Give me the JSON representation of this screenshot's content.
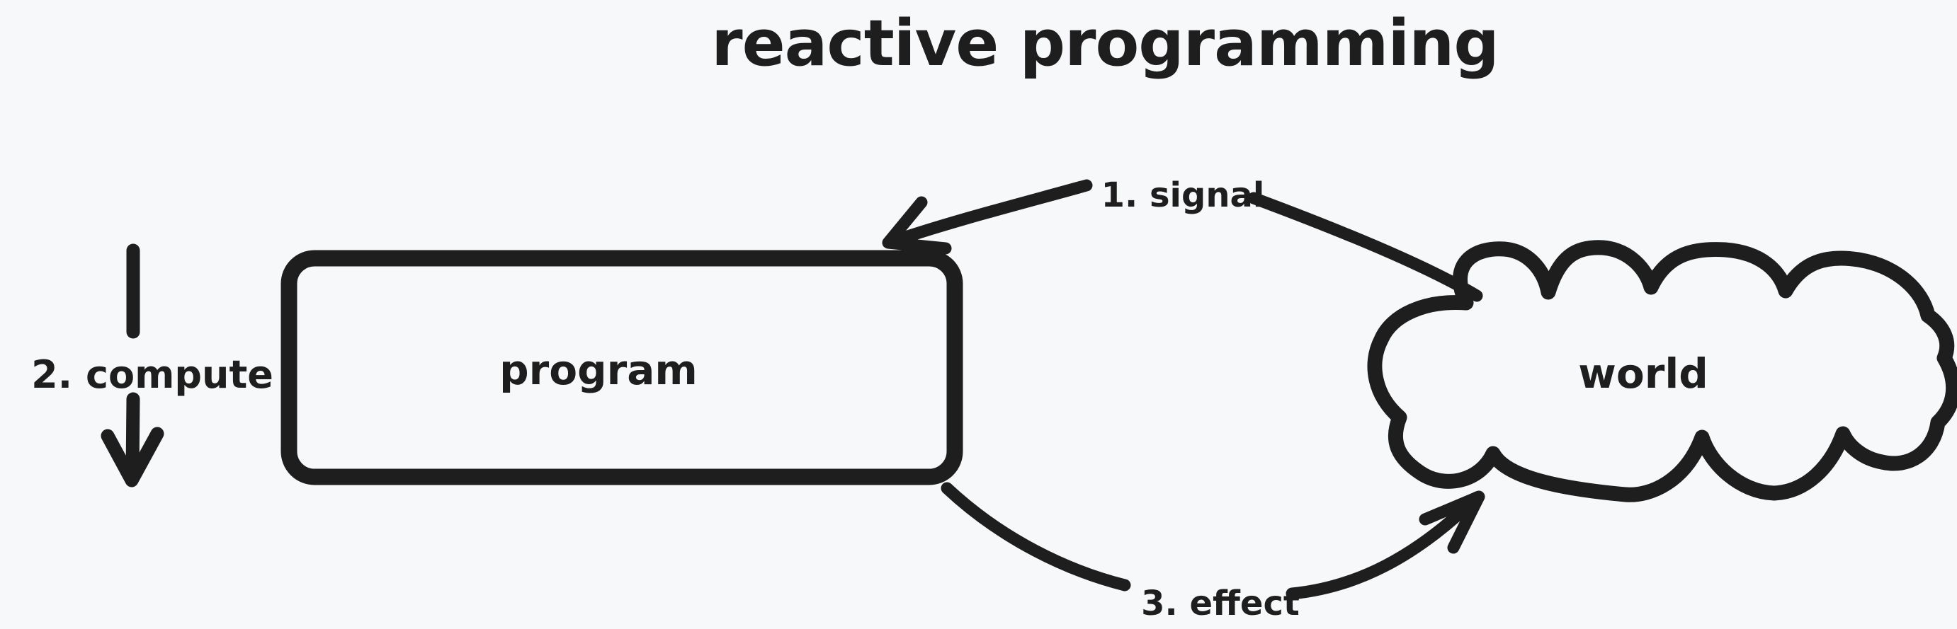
{
  "canvas": {
    "title": "reactive programming",
    "colors": {
      "background": "#f7f8fa",
      "ink": "#1e1e1e"
    }
  },
  "nodes": {
    "program": {
      "label": "program",
      "shape": "rounded-rectangle"
    },
    "world": {
      "label": "world",
      "shape": "cloud"
    }
  },
  "arrows": {
    "signal": {
      "order": "1",
      "label": "1. signal",
      "from": "world",
      "to": "program"
    },
    "compute": {
      "order": "2",
      "label": "2. compute",
      "direction": "down",
      "beside": "program"
    },
    "effect": {
      "order": "3",
      "label": "3. effect",
      "from": "program",
      "to": "world"
    }
  }
}
